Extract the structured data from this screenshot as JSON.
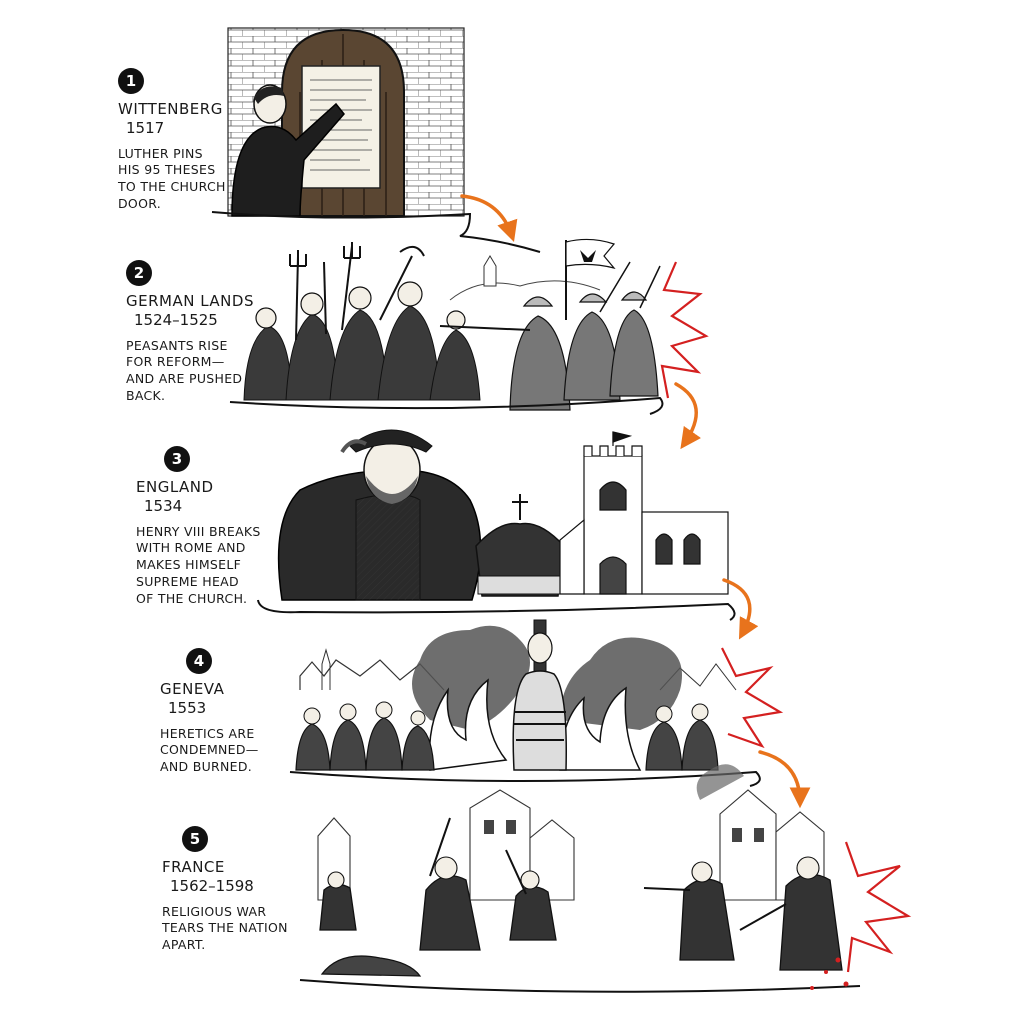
{
  "events": [
    {
      "number": "1",
      "place": "Wittenberg",
      "year": "1517",
      "lines": [
        "Luther pins",
        "his 95 theses",
        "to the church",
        "door."
      ]
    },
    {
      "number": "2",
      "place": "German Lands",
      "year": "1524–1525",
      "lines": [
        "Peasants rise",
        "for reform—",
        "and are pushed",
        "back."
      ]
    },
    {
      "number": "3",
      "place": "England",
      "year": "1534",
      "lines": [
        "Henry VIII breaks",
        "with Rome and",
        "makes himself",
        "supreme head",
        "of the church."
      ]
    },
    {
      "number": "4",
      "place": "Geneva",
      "year": "1553",
      "lines": [
        "Heretics are",
        "condemned—",
        "and burned."
      ]
    },
    {
      "number": "5",
      "place": "France",
      "year": "1562–1598",
      "lines": [
        "Religious war",
        "tears the nation",
        "apart."
      ]
    }
  ],
  "colors": {
    "arrow": "#e8731c",
    "burst": "#d42020",
    "ink": "#1a1a1a"
  }
}
